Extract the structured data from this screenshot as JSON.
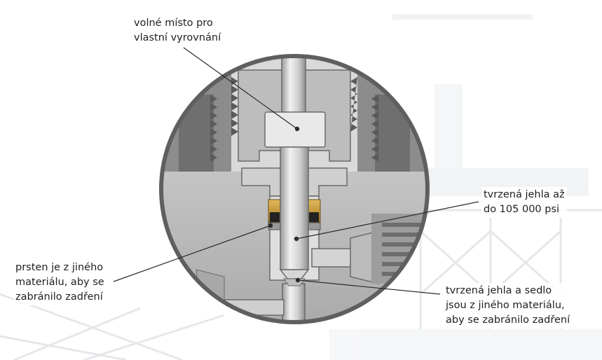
{
  "labels": {
    "free_space": [
      "volné místo pro",
      "vlastní vyrovnání"
    ],
    "hardened_needle": [
      "tvrzená jehla až",
      "do 105 000 psi"
    ],
    "ring": [
      "prsten je z jiného",
      "materiálu, aby se",
      "zabránilo zadření"
    ],
    "needle_and_seat": [
      "tvrzená jehla a sedlo",
      "jsou z jiného materiálu,",
      "aby se zabránilo zadření"
    ]
  },
  "colors": {
    "body_gray": "#b9b9b9",
    "body_dark": "#8f8f8f",
    "housing": "#d6d6d6",
    "rim": "#5f5f5f",
    "packing_gold": "#c79a3a",
    "leader": "#2a2a2a",
    "background_structure": "#e4e7ea"
  }
}
